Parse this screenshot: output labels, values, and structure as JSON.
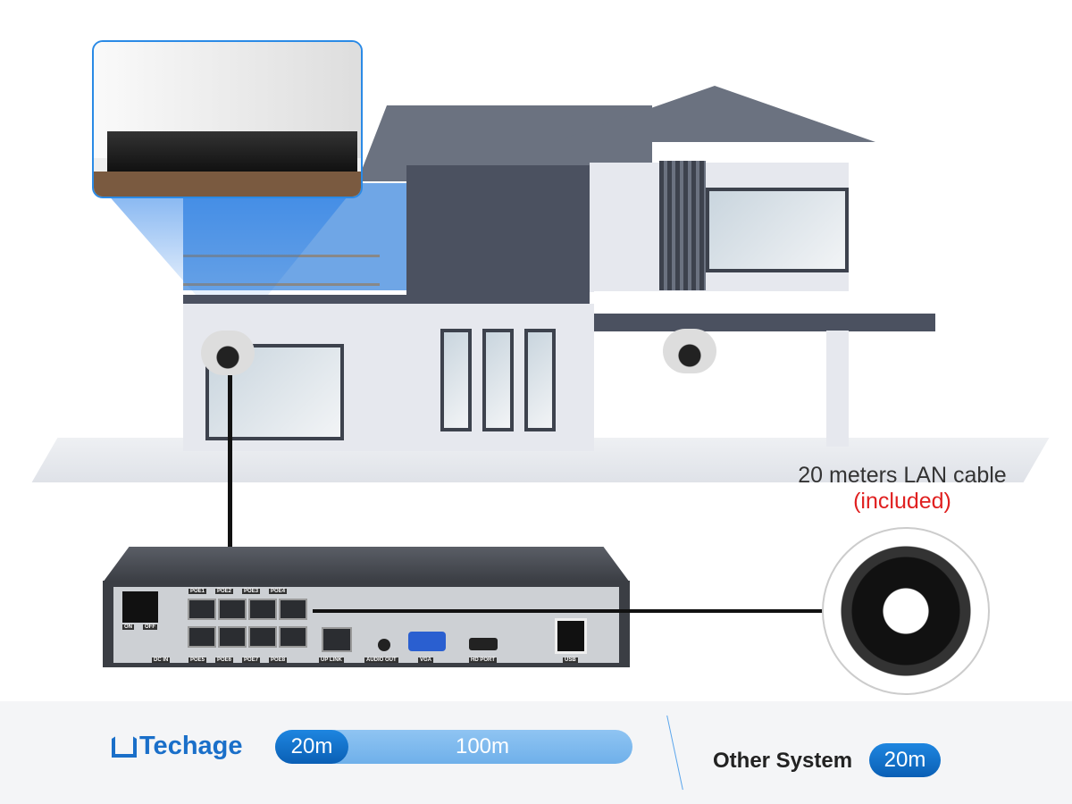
{
  "cable_label": {
    "line1": "20 meters LAN cable",
    "line2": "(included)"
  },
  "nvr_labels": {
    "poe_top": [
      "POE1",
      "POE2",
      "POE3",
      "POE4"
    ],
    "poe_bottom": [
      "POE5",
      "POE6",
      "POE7",
      "POE8"
    ],
    "on": "ON",
    "off": "OFF",
    "dc_in": "DC IN",
    "uplink": "UP LINK",
    "audio_out": "AUDIO OUT",
    "vga": "VGA",
    "hd_port": "HD PORT",
    "usb": "USB"
  },
  "comparison": {
    "brand": "Techage",
    "brand_value": "20m",
    "brand_max": "100m",
    "other_label": "Other System",
    "other_value": "20m"
  },
  "colors": {
    "accent": "#0a6fd0",
    "included_red": "#e02020"
  }
}
